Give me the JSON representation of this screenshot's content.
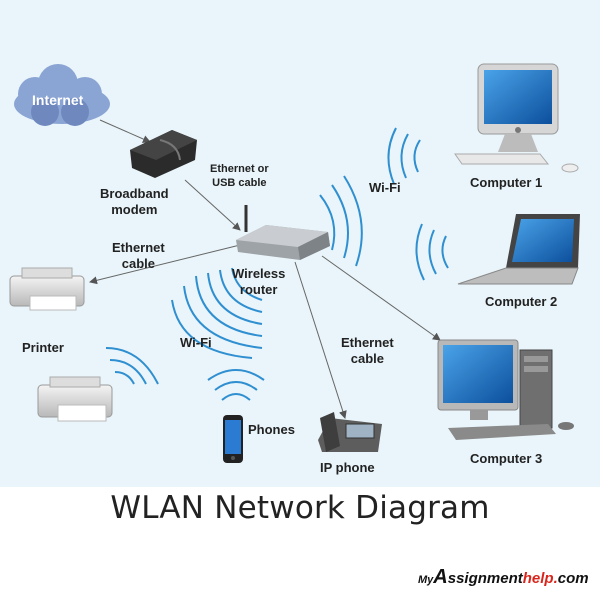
{
  "title": "WLAN Network Diagram",
  "logo": {
    "my": "My",
    "a": "A",
    "ssignment": "ssignment",
    "help": "help",
    "dot": ".",
    "com": "com"
  },
  "labels": {
    "internet": "Internet",
    "modem_line1": "Broadband",
    "modem_line2": "modem",
    "eth_usb_line1": "Ethernet or",
    "eth_usb_line2": "USB cable",
    "router_line1": "Wireless",
    "router_line2": "router",
    "eth_left_line1": "Ethernet",
    "eth_left_line2": "cable",
    "printer": "Printer",
    "wifi_top": "Wi-Fi",
    "wifi_left": "Wi-Fi",
    "computer1": "Computer 1",
    "computer2": "Computer 2",
    "eth_right_line1": "Ethernet",
    "eth_right_line2": "cable",
    "computer3": "Computer 3",
    "phones": "Phones",
    "ip_phone": "IP phone"
  },
  "colors": {
    "background_panel": "#e9f5fa",
    "wave": "#2f8fd0",
    "cloud": "#7a93c4",
    "logo_accent": "#d9261c"
  },
  "icons": [
    "cloud-icon",
    "modem-icon",
    "router-icon",
    "printer-icon",
    "monitor-icon",
    "laptop-icon",
    "desktop-tower-icon",
    "smartphone-icon",
    "ip-phone-icon",
    "wifi-wave-icon"
  ]
}
